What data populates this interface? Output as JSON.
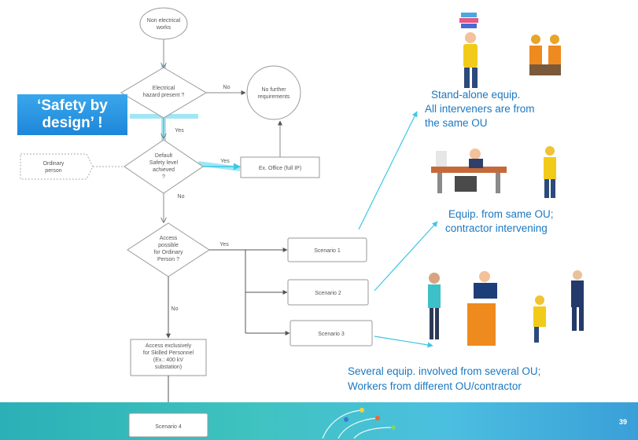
{
  "flow": {
    "start": [
      "Non electrical",
      "works"
    ],
    "q_hazard": [
      "Electrical",
      "hazard present ?"
    ],
    "no_label_1": "No",
    "no_further": [
      "No further",
      "requirements"
    ],
    "yes_label_1": "Yes",
    "ordinary_person": [
      "Ordinary",
      "person"
    ],
    "q_safety": [
      "Default",
      "Safety level",
      "achieved",
      "?"
    ],
    "yes_label_2": "Yes",
    "office": "Ex. Office (full IP)",
    "no_label_2": "No",
    "q_access": [
      "Access",
      "possible",
      "for Ordinary",
      "Person ?"
    ],
    "yes_label_3": "Yes",
    "scenario1": "Scenario 1",
    "scenario2": "Scenario 2",
    "scenario3": "Scenario 3",
    "no_label_3": "No",
    "skilled": [
      "Access exclusively",
      "for Skilled Personnel",
      "(Ex.: 400 kV",
      "substation)"
    ],
    "scenario4": "Scenario 4"
  },
  "callout": {
    "line1": "‘Safety by",
    "line2": "design’ !"
  },
  "captions": {
    "s1_line1": "Stand-alone equip.",
    "s1_line2": "All interveners are from",
    "s1_line3": "the same OU",
    "s2_line1": "Equip. from same OU;",
    "s2_line2": "contractor intervening",
    "s3_line1": "Several equip. involved from several OU;",
    "s3_line2": "Workers from different OU/contractor"
  },
  "page_number": "39",
  "colors": {
    "callout": "#2a96e2",
    "highlight_path": "#4fd2ea",
    "caption": "#1a78c2",
    "footer": "#3fc3c0"
  }
}
